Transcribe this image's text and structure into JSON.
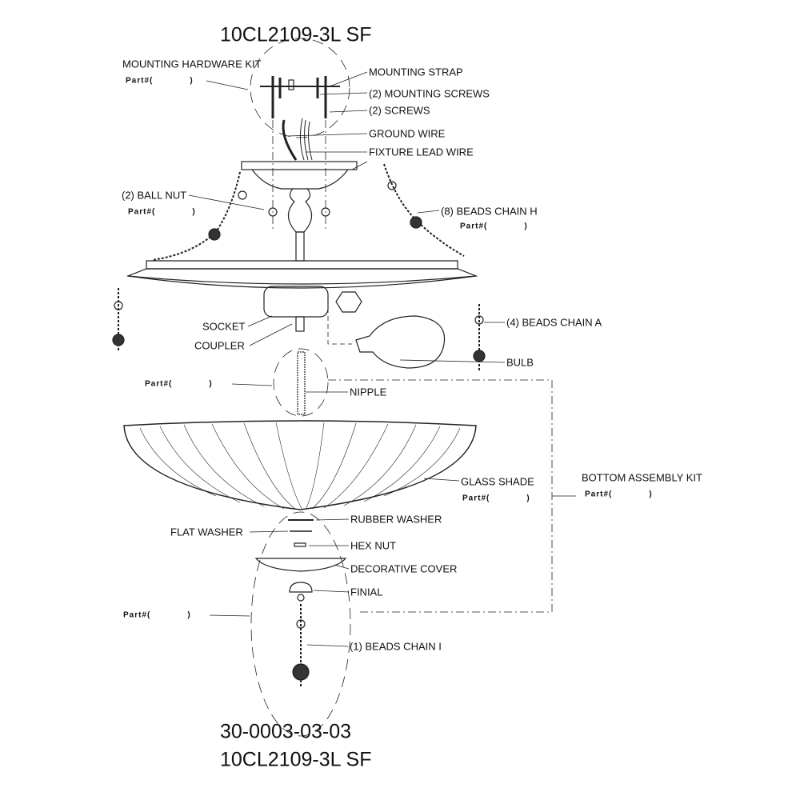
{
  "titles": {
    "top": "10CL2109-3L SF",
    "code": "30-0003-03-03",
    "bottom": "10CL2109-3L SF"
  },
  "part_label": {
    "prefix": "Part#(",
    "suffix": ")"
  },
  "labels": {
    "mounting_hardware_kit": "MOUNTING HARDWARE KIT",
    "mounting_strap": "MOUNTING STRAP",
    "mounting_screws": "(2) MOUNTING SCREWS",
    "screws": "(2) SCREWS",
    "ground_wire": "GROUND WIRE",
    "fixture_lead_wire": "FIXTURE LEAD WIRE",
    "ball_nut": "(2) BALL NUT",
    "beads_chain_h": "(8) BEADS CHAIN H",
    "socket": "SOCKET",
    "coupler": "COUPLER",
    "beads_chain_a": "(4) BEADS CHAIN A",
    "bulb": "BULB",
    "nipple": "NIPPLE",
    "glass_shade": "GLASS SHADE",
    "bottom_assembly_kit": "BOTTOM ASSEMBLY KIT",
    "rubber_washer": "RUBBER WASHER",
    "flat_washer": "FLAT WASHER",
    "hex_nut": "HEX NUT",
    "decorative_cover": "DECORATIVE COVER",
    "finial": "FINIAL",
    "beads_chain_i": "(1) BEADS CHAIN I"
  }
}
